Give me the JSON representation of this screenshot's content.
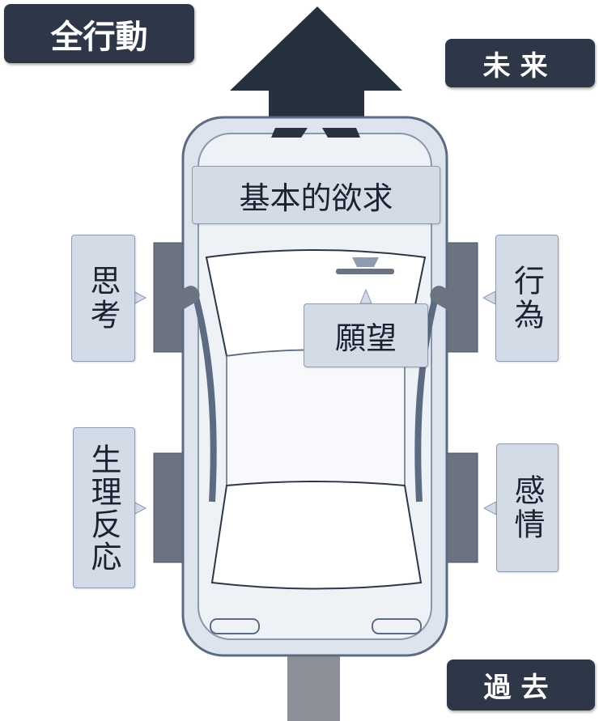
{
  "labels": {
    "all_actions": "全行動",
    "future": "未来",
    "past": "過去",
    "basic_desire": "基本的欲求",
    "thinking": "思考",
    "behavior": "行為",
    "physiological_response": "生理反応",
    "emotion": "感情",
    "wish": "願望"
  },
  "colors": {
    "dark": "#2e3747",
    "light": "#d3dbe7",
    "wheel": "#6b7280"
  }
}
